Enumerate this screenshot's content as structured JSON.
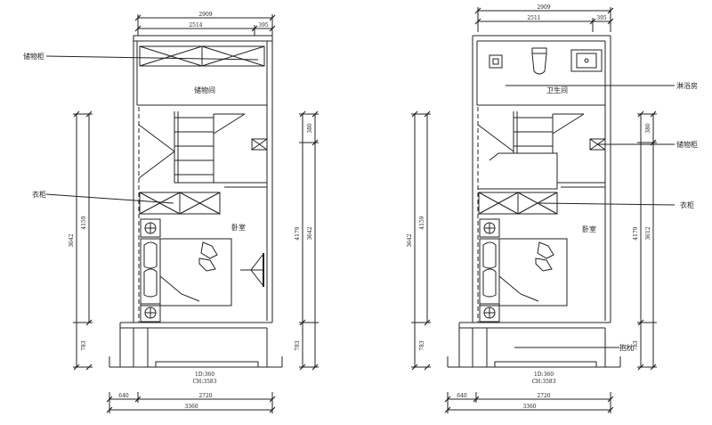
{
  "left": {
    "dims": {
      "top_total": "2909",
      "top_a": "2514",
      "top_b": "395",
      "left_a": "3642",
      "left_b": "4159",
      "left_c": "783",
      "right_a": "380",
      "right_b": "4179",
      "right_c": "3642",
      "right_d": "783",
      "bottom_a": "640",
      "bottom_b": "2720",
      "bottom_total": "3360",
      "level_1": "1D:360",
      "level_2": "CH:3583"
    },
    "labels": {
      "storage_cabinet": "储物柜",
      "storage_room": "储物间",
      "wardrobe": "衣柜",
      "bedroom": "卧室"
    }
  },
  "right": {
    "dims": {
      "top_total": "2909",
      "top_a": "2511",
      "top_b": "395",
      "left_a": "3642",
      "left_b": "4159",
      "left_c": "783",
      "right_a": "380",
      "right_b": "4179",
      "right_c": "3612",
      "right_d": "783",
      "bottom_a": "640",
      "bottom_b": "2720",
      "bottom_total": "3360",
      "level_1": "1D:360",
      "level_2": "CH:3583"
    },
    "labels": {
      "bathroom": "卫生间",
      "shower": "淋浴房",
      "storage_cabinet": "储物柜",
      "wardrobe": "衣柜",
      "bedroom": "卧室",
      "cushion": "抱枕"
    }
  }
}
